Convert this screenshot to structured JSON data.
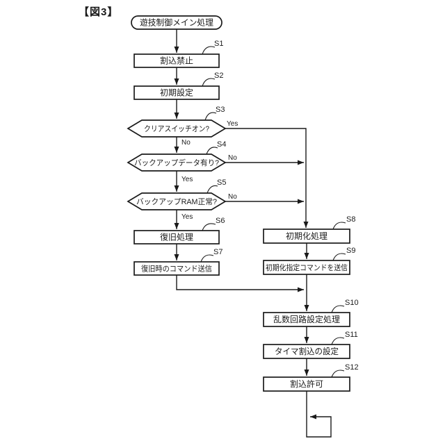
{
  "figure": {
    "title": "【図3】"
  },
  "colors": {
    "line": "#1a1a1a",
    "background": "#ffffff"
  },
  "flowchart": {
    "start": {
      "label": "遊技制御メイン処理"
    },
    "branch": {
      "yes": "Yes",
      "no": "No"
    },
    "nodes": {
      "s1": {
        "step": "S1",
        "type": "process",
        "label": "割込禁止"
      },
      "s2": {
        "step": "S2",
        "type": "process",
        "label": "初期設定"
      },
      "s3": {
        "step": "S3",
        "type": "decision",
        "label": "クリアスイッチオン?"
      },
      "s4": {
        "step": "S4",
        "type": "decision",
        "label": "バックアップデータ有り?"
      },
      "s5": {
        "step": "S5",
        "type": "decision",
        "label": "バックアップRAM正常?"
      },
      "s6": {
        "step": "S6",
        "type": "process",
        "label": "復旧処理"
      },
      "s7": {
        "step": "S7",
        "type": "process",
        "label": "復旧時のコマンド送信"
      },
      "s8": {
        "step": "S8",
        "type": "process",
        "label": "初期化処理"
      },
      "s9": {
        "step": "S9",
        "type": "process",
        "label": "初期化指定コマンドを送信"
      },
      "s10": {
        "step": "S10",
        "type": "process",
        "label": "乱数回路設定処理"
      },
      "s11": {
        "step": "S11",
        "type": "process",
        "label": "タイマ割込の設定"
      },
      "s12": {
        "step": "S12",
        "type": "process",
        "label": "割込許可"
      }
    }
  }
}
